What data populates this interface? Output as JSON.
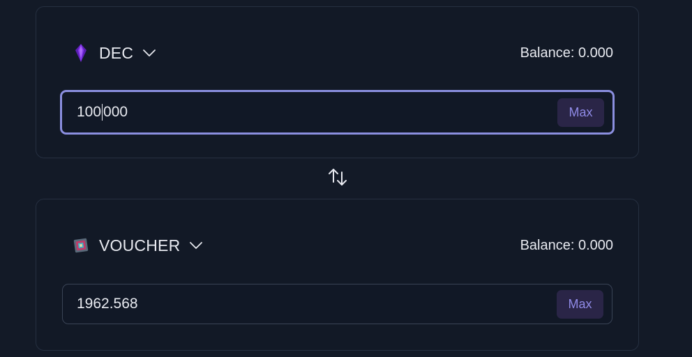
{
  "from": {
    "token": "DEC",
    "token_icon": "dec-crystal-icon",
    "balance": "Balance: 0.000",
    "amount_before_caret": "100",
    "amount_after_caret": "000",
    "max_label": "Max"
  },
  "swap": {
    "icon": "swap-arrows-icon"
  },
  "to": {
    "token": "VOUCHER",
    "token_icon": "voucher-icon",
    "balance": "Balance: 0.000",
    "amount": "1962.568",
    "max_label": "Max"
  },
  "colors": {
    "background": "#131a27",
    "accent_border": "#8b8fe0",
    "max_bg": "#2a2547",
    "max_text": "#8f8ae6"
  }
}
